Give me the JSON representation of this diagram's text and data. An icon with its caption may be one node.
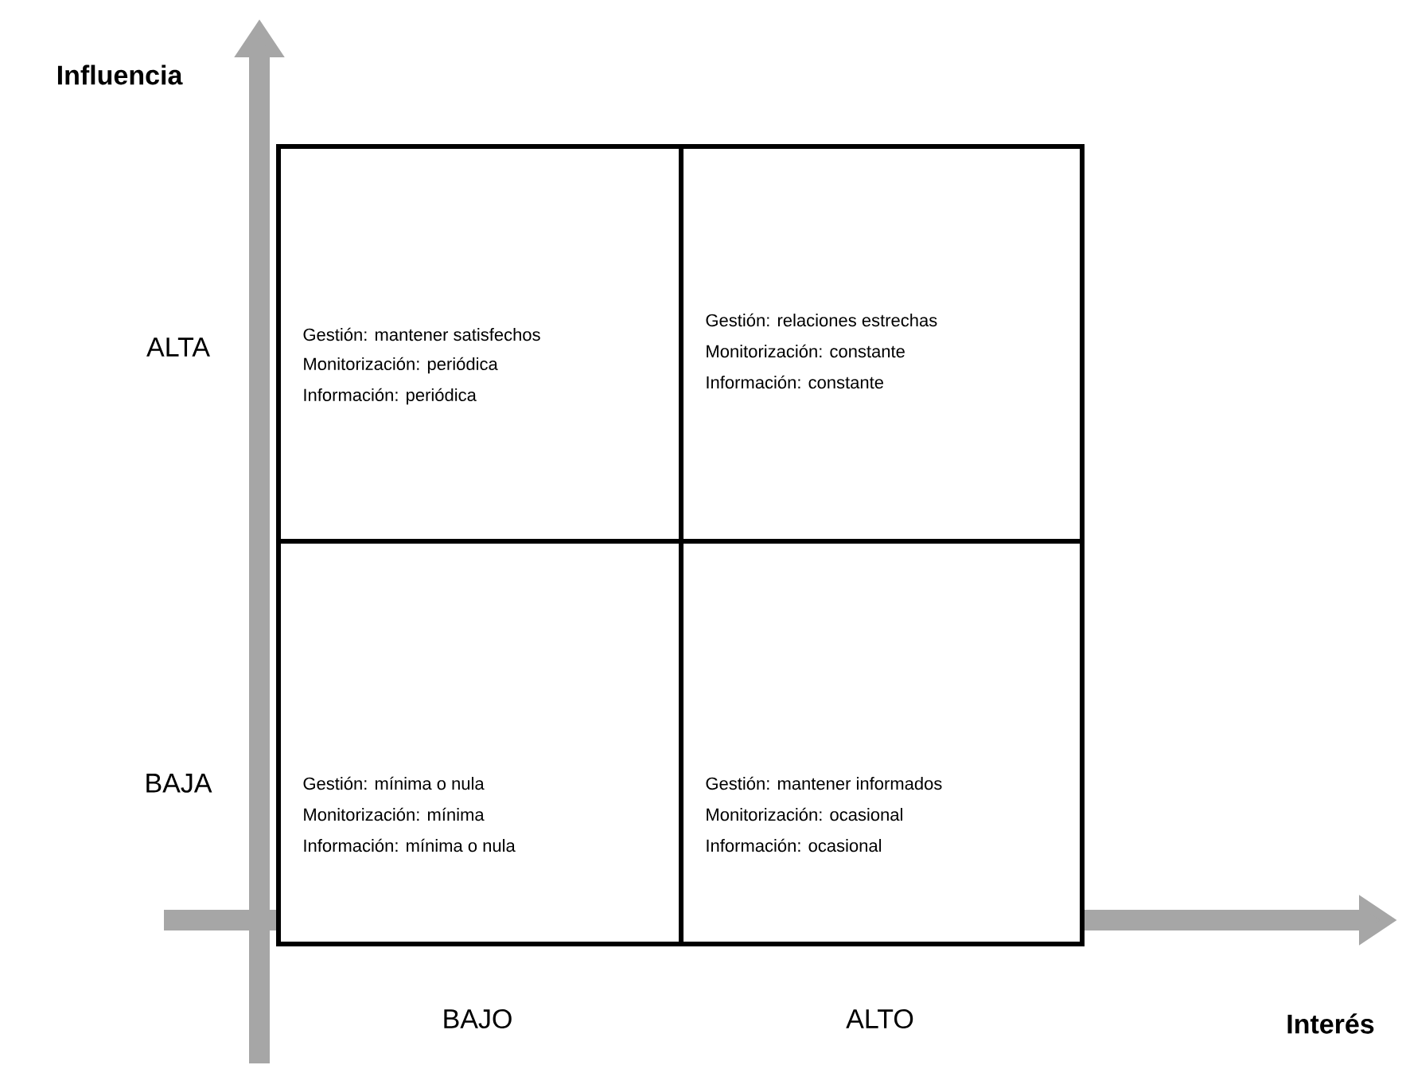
{
  "diagram": {
    "nodes": [
      {
        "text": [
          "Gestión: mantener satisfechos",
          "Monitorización: periódica",
          "Información: periódica"
        ]
      },
      {
        "text": [
          "Gestión: relaciones estrechas",
          "Monitorización: constante",
          "Información: constante"
        ]
      },
      {
        "text": [
          "Gestión: mínima o nula",
          "Monitorización: mínima",
          "Información: mínima o nula"
        ]
      },
      {
        "text": [
          "Gestión: mantener informados",
          "Monitorización: ocasional",
          "Información: ocasional"
        ]
      }
    ],
    "labels": [
      "Influencia",
      "ALTA",
      "BAJA",
      "BAJO",
      "ALTO",
      "Interés"
    ]
  }
}
